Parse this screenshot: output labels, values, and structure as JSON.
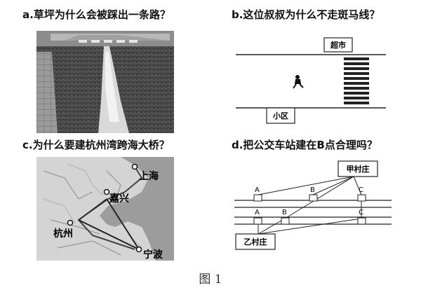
{
  "captions": {
    "a": "a.草坪为什么会被踩出一条路？",
    "b": "b.这位叔叔为什么不走斑马线？",
    "c": "c.为什么要建杭州湾跨海大桥？",
    "d": "d.把公交车站建在B点合理吗？"
  },
  "panel_b": {
    "supermarket": "超市",
    "community": "小区"
  },
  "panel_c": {
    "shanghai": "上海",
    "jiaxing": "嘉兴",
    "hangzhou": "杭州",
    "ningbo": "宁波"
  },
  "panel_d": {
    "village_jia": "甲村庄",
    "village_yi": "乙村庄",
    "stop_a": "A",
    "stop_b": "B",
    "stop_c": "C"
  },
  "figure_caption": "图 1"
}
